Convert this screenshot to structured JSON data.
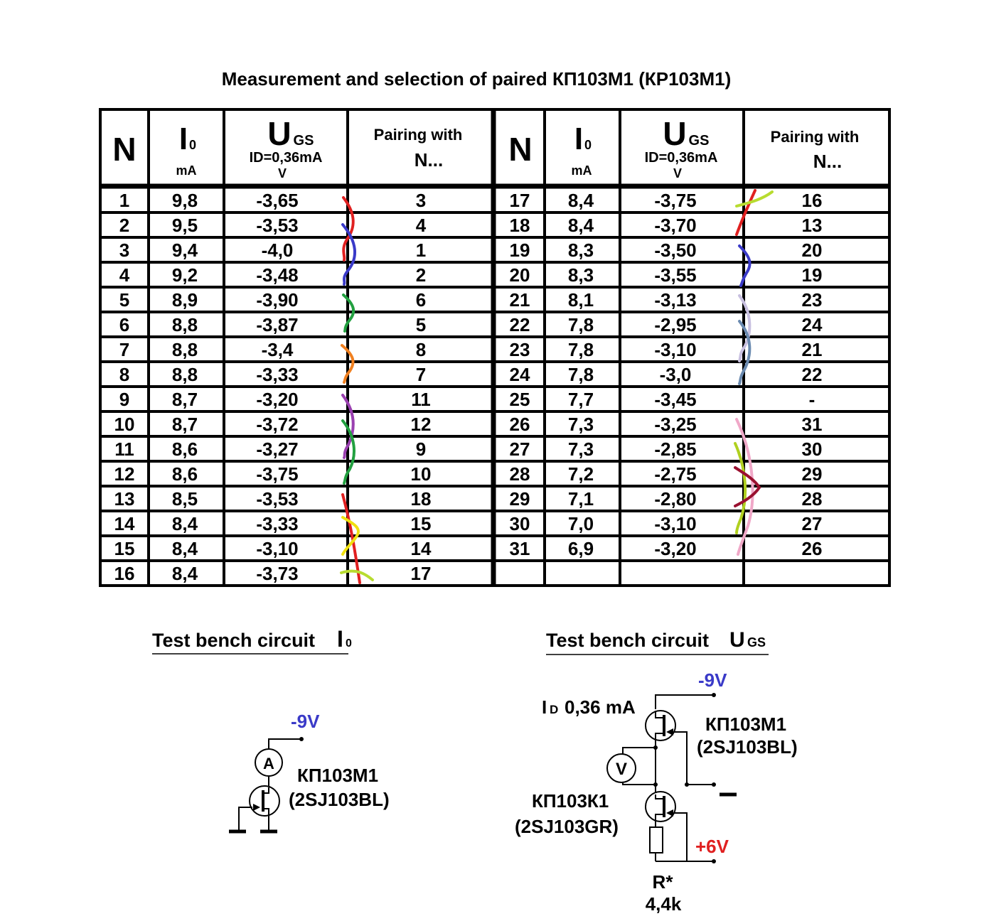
{
  "title": "Measurement and selection of paired  КП103М1 (КР103М1)",
  "headers": {
    "n": "N",
    "i0_main": "I",
    "i0_sub": "0",
    "i0_unit": "mA",
    "ugs_main": "U",
    "ugs_sub": "GS",
    "ugs_cond": "ID=0,36mA",
    "ugs_unit": "V",
    "pair_line1": "Pairing with",
    "pair_line2": "N..."
  },
  "left_rows": [
    [
      "1",
      "9,8",
      "-3,65",
      "3"
    ],
    [
      "2",
      "9,5",
      "-3,53",
      "4"
    ],
    [
      "3",
      "9,4",
      "-4,0",
      "1"
    ],
    [
      "4",
      "9,2",
      "-3,48",
      "2"
    ],
    [
      "5",
      "8,9",
      "-3,90",
      "6"
    ],
    [
      "6",
      "8,8",
      "-3,87",
      "5"
    ],
    [
      "7",
      "8,8",
      "-3,4",
      "8"
    ],
    [
      "8",
      "8,8",
      "-3,33",
      "7"
    ],
    [
      "9",
      "8,7",
      "-3,20",
      "11"
    ],
    [
      "10",
      "8,7",
      "-3,72",
      "12"
    ],
    [
      "11",
      "8,6",
      "-3,27",
      "9"
    ],
    [
      "12",
      "8,6",
      "-3,75",
      "10"
    ],
    [
      "13",
      "8,5",
      "-3,53",
      "18"
    ],
    [
      "14",
      "8,4",
      "-3,33",
      "15"
    ],
    [
      "15",
      "8,4",
      "-3,10",
      "14"
    ],
    [
      "16",
      "8,4",
      "-3,73",
      "17"
    ]
  ],
  "right_rows": [
    [
      "17",
      "8,4",
      "-3,75",
      "16"
    ],
    [
      "18",
      "8,4",
      "-3,70",
      "13"
    ],
    [
      "19",
      "8,3",
      "-3,50",
      "20"
    ],
    [
      "20",
      "8,3",
      "-3,55",
      "19"
    ],
    [
      "21",
      "8,1",
      "-3,13",
      "23"
    ],
    [
      "22",
      "7,8",
      "-2,95",
      "24"
    ],
    [
      "23",
      "7,8",
      "-3,10",
      "21"
    ],
    [
      "24",
      "7,8",
      "-3,0",
      "22"
    ],
    [
      "25",
      "7,7",
      "-3,45",
      "-"
    ],
    [
      "26",
      "7,3",
      "-3,25",
      "31"
    ],
    [
      "27",
      "7,3",
      "-2,85",
      "30"
    ],
    [
      "28",
      "7,2",
      "-2,75",
      "29"
    ],
    [
      "29",
      "7,1",
      "-2,80",
      "28"
    ],
    [
      "30",
      "7,0",
      "-3,10",
      "27"
    ],
    [
      "31",
      "6,9",
      "-3,20",
      "26"
    ]
  ],
  "pair_colors": {
    "red": "#e02020",
    "blue": "#3a3ac8",
    "green": "#22a040",
    "orange": "#f08020",
    "purple": "#9a40b0",
    "yellow": "#f0e010",
    "lime": "#b8dc30",
    "lilac": "#c8c0e0",
    "steel": "#6a8ab0",
    "pink": "#f0a8c8",
    "maroon": "#9a1030",
    "yellowgreen": "#b0d020"
  },
  "circuit_i0": {
    "title_text": "Test bench circuit ",
    "title_symbol": "I",
    "title_sub": "0",
    "supply": "-9V",
    "meter": "A",
    "part": "КП103М1",
    "part_alt": "(2SJ103BL)"
  },
  "circuit_ugs": {
    "title_text": "Test bench circuit ",
    "title_symbol": "U",
    "title_sub": "GS",
    "supply_neg": "-9V",
    "id_label_main": "I",
    "id_label_sub": "D",
    "id_label_value": "0,36 mA",
    "top_part": "КП103М1",
    "top_part_alt": "(2SJ103BL)",
    "meter": "V",
    "bottom_part": "КП103К1",
    "bottom_part_alt": "(2SJ103GR)",
    "supply_pos": "+6V",
    "resistor": "R*",
    "resistor_value": "4,4k"
  },
  "colors": {
    "supply_neg": "#3a3ac8",
    "supply_pos": "#e02020"
  }
}
